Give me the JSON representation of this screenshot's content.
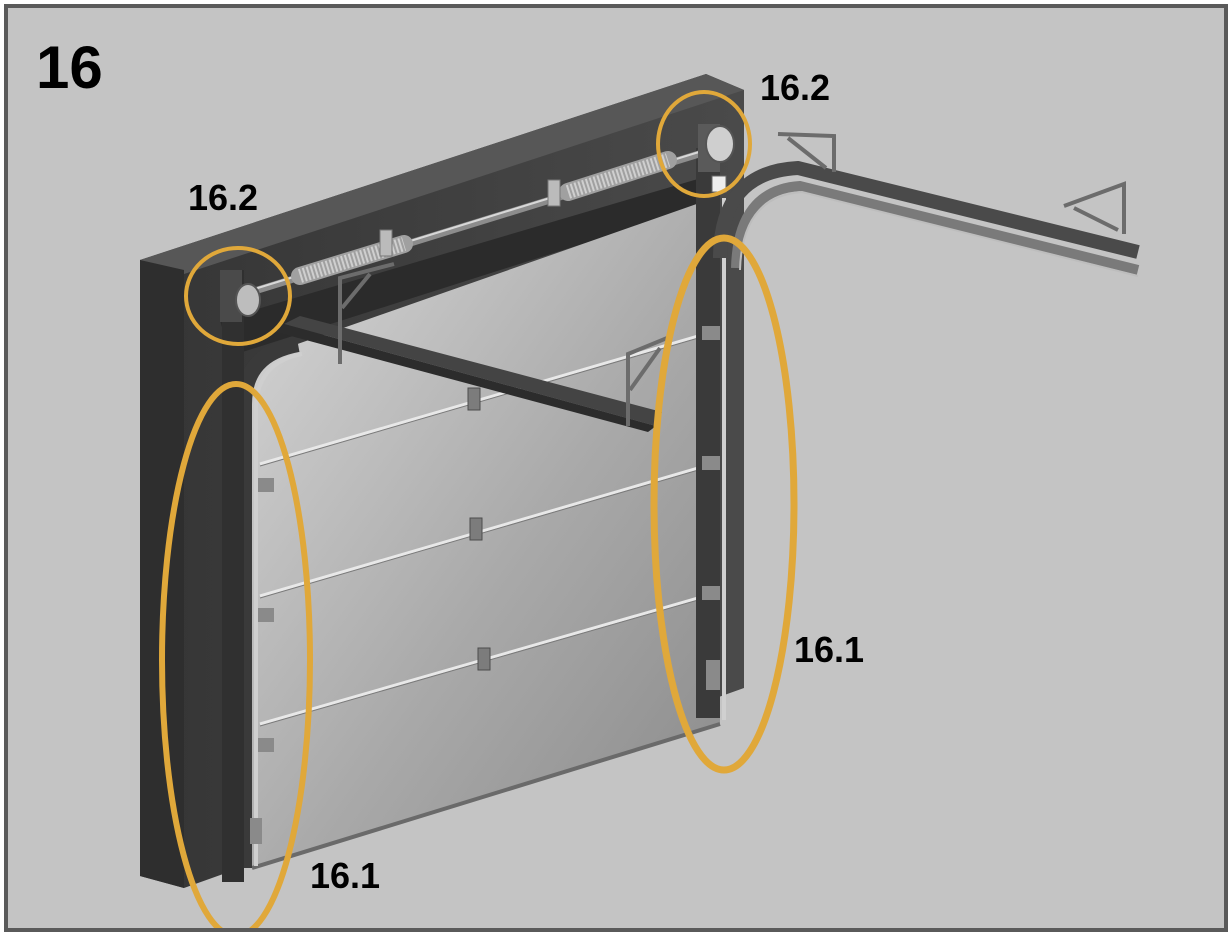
{
  "step": {
    "number": "16"
  },
  "callouts": [
    {
      "id": "spring-left",
      "label": "16.2"
    },
    {
      "id": "spring-right",
      "label": "16.2"
    },
    {
      "id": "track-left",
      "label": "16.1"
    },
    {
      "id": "track-right",
      "label": "16.1"
    }
  ],
  "colors": {
    "background": "#c4c4c4",
    "frame_border": "#5a5a5a",
    "wall_frame": "#3c3c3c",
    "door_panel": "#9e9e9e",
    "highlight": "#e0a83a"
  }
}
